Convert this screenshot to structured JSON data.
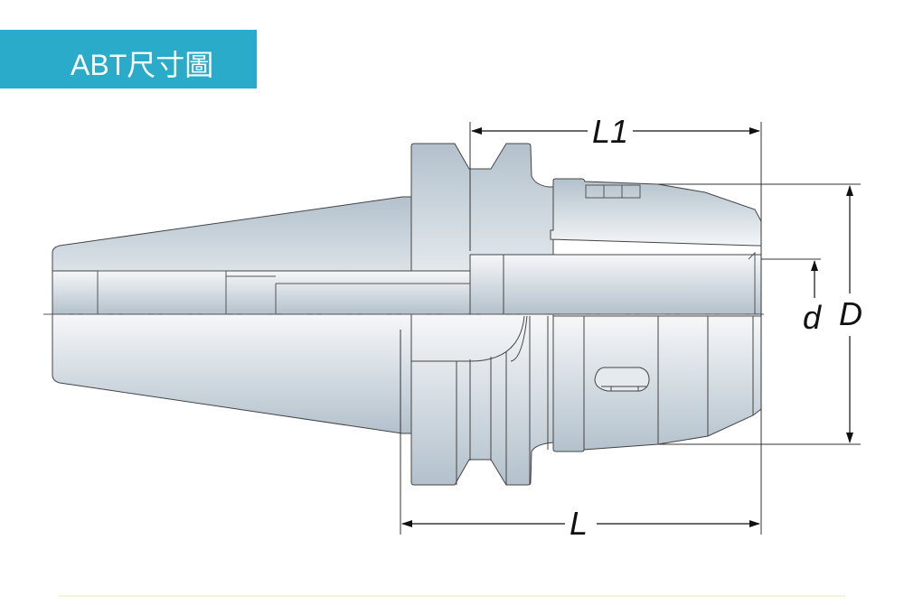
{
  "header": {
    "title": "ABT尺寸圖",
    "background": "#29abc9"
  },
  "dimensions": {
    "L1": "L1",
    "L": "L",
    "D": "D",
    "d": "d"
  }
}
